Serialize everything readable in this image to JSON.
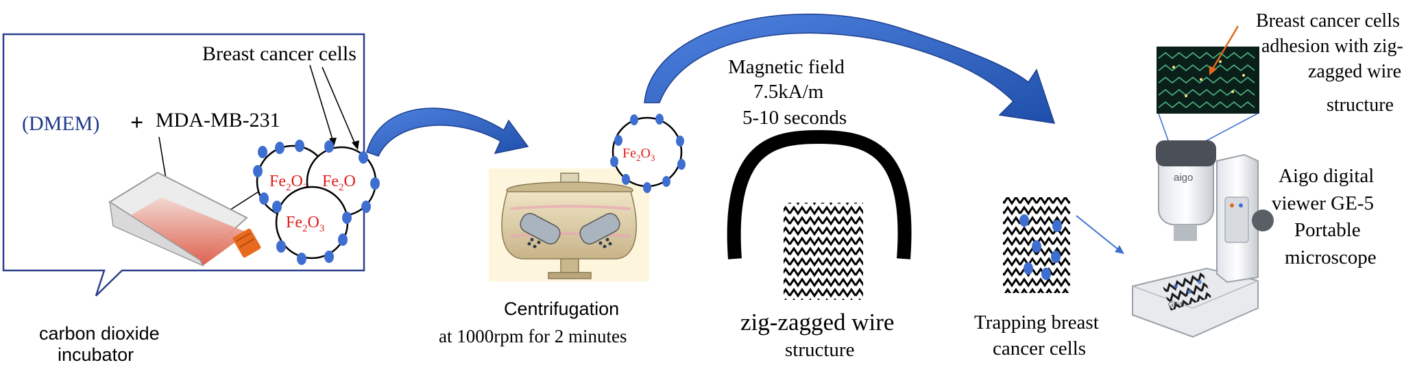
{
  "incubator": {
    "label_line1": "carbon dioxide",
    "label_line2": "incubator",
    "dmem": "(DMEM)",
    "plus": "+",
    "cell_line": "MDA-MB-231",
    "cells_label": "Breast cancer cells",
    "particles": [
      {
        "text": "Fe",
        "sub": "2",
        "text2": "O",
        "sub2": "3"
      },
      {
        "text": "Fe",
        "sub": "2",
        "text2": "O",
        "sub2": ""
      },
      {
        "text": "Fe",
        "sub": "2",
        "text2": "O",
        "sub2": "3"
      }
    ]
  },
  "centrifuge": {
    "label_line1": "Centrifugation",
    "label_line2": "at 1000rpm for 2 minutes",
    "particle": {
      "text": "Fe",
      "sub": "2",
      "text2": "O",
      "sub2": "3"
    }
  },
  "magnet": {
    "line1": "Magnetic field",
    "line2": "7.5kA/m",
    "line3": "5-10 seconds",
    "wire_line1": "zig-zagged wire",
    "wire_line2": "structure"
  },
  "trapping": {
    "line1": "Trapping breast",
    "line2": "cancer cells"
  },
  "microscope": {
    "inset_line1": "Breast cancer cells",
    "inset_line2": "adhesion with zig-",
    "inset_line3": "zagged wire",
    "inset_line4": "structure",
    "device_line1": "Aigo digital",
    "device_line2": "viewer GE-5",
    "device_line3": "Portable",
    "device_line4": "microscope",
    "brand": "aigo",
    "model_tag": "GE-5"
  },
  "colors": {
    "callout_border": "#2b3f8c",
    "arrow_blue": "#2f63c4",
    "arrow_dark": "#1e3f8f",
    "dot_blue": "#3e6fd0",
    "fe_red": "#e01b1b",
    "dmem_blue": "#1f3a8a"
  }
}
